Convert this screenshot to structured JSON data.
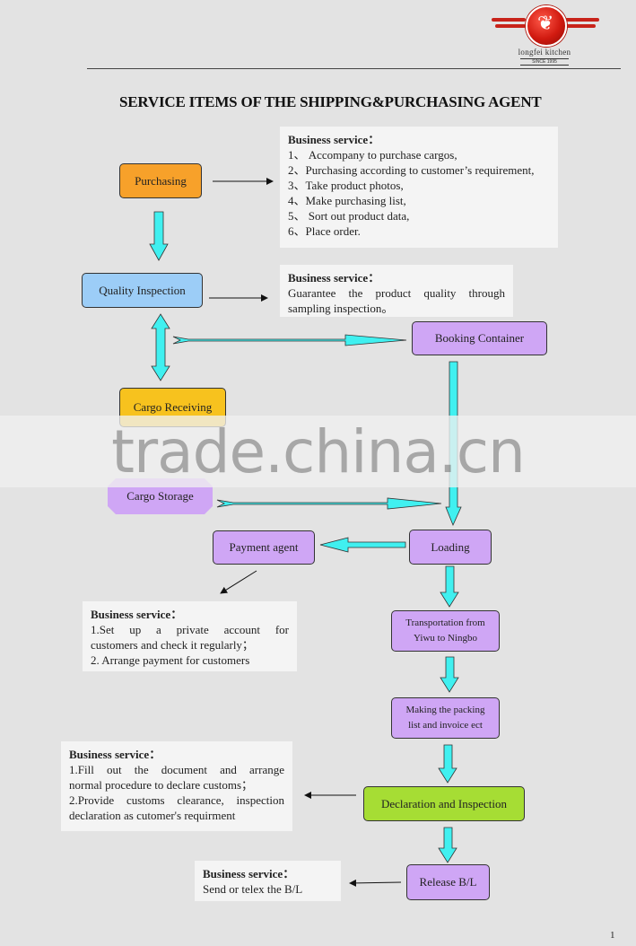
{
  "logo": {
    "brand": "longfei kitchen",
    "since": "SINCE 1995",
    "icon": "fish-logo-icon"
  },
  "title": "SERVICE ITEMS OF THE SHIPPING&PURCHASING AGENT",
  "nodes": {
    "purchasing": "Purchasing",
    "quality_inspection": "Quality Inspection",
    "booking_container": "Booking Container",
    "cargo_receiving": "Cargo Receiving",
    "cargo_storage": "Cargo Storage",
    "payment_agent": "Payment agent",
    "loading": "Loading",
    "transportation_line1": "Transportation from",
    "transportation_line2": "Yiwu to Ningbo",
    "packing_line1": "Making the packing",
    "packing_line2": "list and invoice ect",
    "declaration": "Declaration and Inspection",
    "release": "Release B/L"
  },
  "info_boxes": {
    "purchasing": {
      "heading": "Business service：",
      "lines": [
        "1、 Accompany to purchase cargos,",
        "2、Purchasing according to customer’s requirement,",
        "3、Take product photos,",
        "4、Make purchasing list,",
        "5、 Sort out product data,",
        "6、Place order."
      ]
    },
    "quality": {
      "heading": "Business service：",
      "lines": [
        "Guarantee the product quality through",
        "sampling inspection。"
      ]
    },
    "payment": {
      "heading": "Business service：",
      "lines": [
        "1.Set up a private account for",
        "customers and check it regularly；",
        "2. Arrange payment for customers"
      ]
    },
    "declaration": {
      "heading": "Business service：",
      "lines": [
        "1.Fill out the document and arrange",
        "normal procedure to declare customs；",
        "2.Provide customs clearance, inspection",
        "declaration as cutomer's requirment"
      ]
    },
    "release": {
      "heading": "Business service：",
      "lines": [
        "Send or telex the B/L"
      ]
    }
  },
  "watermark": "trade.china.cn",
  "page_number": "1",
  "colors": {
    "background": "#e3e3e3",
    "purchasing": "#f7a12a",
    "quality_inspection": "#9ccdf7",
    "cargo_receiving": "#f7c21e",
    "purple_nodes": "#cfa6f5",
    "declaration": "#a6dd34",
    "flow_arrow": "#40f0f0",
    "logo_red": "#d11a10"
  }
}
